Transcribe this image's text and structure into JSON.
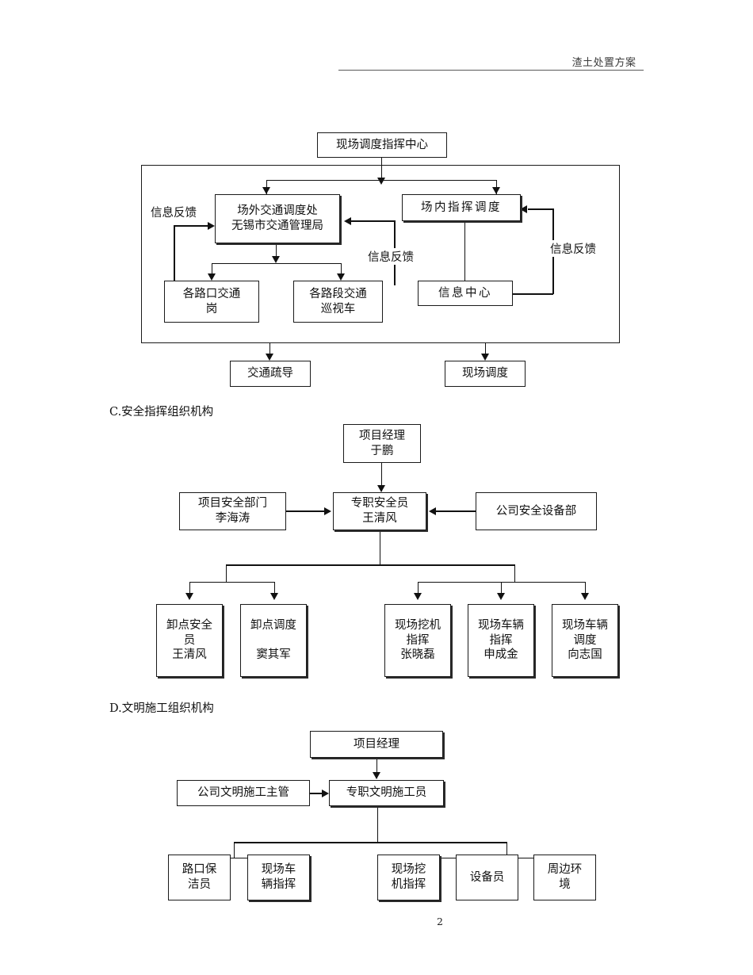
{
  "header": {
    "title": "渣土处置方案"
  },
  "footer": {
    "page_number": "2"
  },
  "sections": [
    {
      "id": "traffic-dispatch",
      "heading": "",
      "boxes": {
        "command_center": "现场调度指挥中心",
        "outside_traffic": "场外交通调度处\n无锡市交通管理局",
        "inside_command": "场内指挥调度",
        "junction_post": "各路口交通\n岗",
        "road_patrol": "各路段交通\n巡视车",
        "info_center": "信息中心",
        "traffic_guidance": "交通疏导",
        "site_dispatch": "现场调度"
      },
      "labels": {
        "feedback_left": "信息反馈",
        "feedback_mid": "信息反馈",
        "feedback_right": "信息反馈"
      }
    },
    {
      "id": "safety-command",
      "heading": "C.安全指挥组织机构",
      "boxes": {
        "project_manager": "项目经理\n于鹏",
        "project_safety_dept": "项目安全部门\n李海涛",
        "full_time_safety_officer": "专职安全员\n王清风",
        "company_safety_equipment_dept": "公司安全设备部",
        "leaf_1": "卸点安全\n员\n王清风",
        "leaf_2": "卸点调度\n\n窦其军",
        "leaf_3": "现场挖机\n指挥\n张晓磊",
        "leaf_4": "现场车辆\n指挥\n申成金",
        "leaf_5": "现场车辆\n调度\n向志国"
      }
    },
    {
      "id": "civilized-construction",
      "heading": "D.文明施工组织机构",
      "boxes": {
        "project_manager": "项目经理",
        "company_supervisor": "公司文明施工主管",
        "full_time_officer": "专职文明施工员",
        "leaf_1": "路口保\n洁员",
        "leaf_2": "现场车\n辆指挥",
        "leaf_3": "现场挖\n机指挥",
        "leaf_4": "设备员",
        "leaf_5": "周边环\n境"
      }
    }
  ]
}
